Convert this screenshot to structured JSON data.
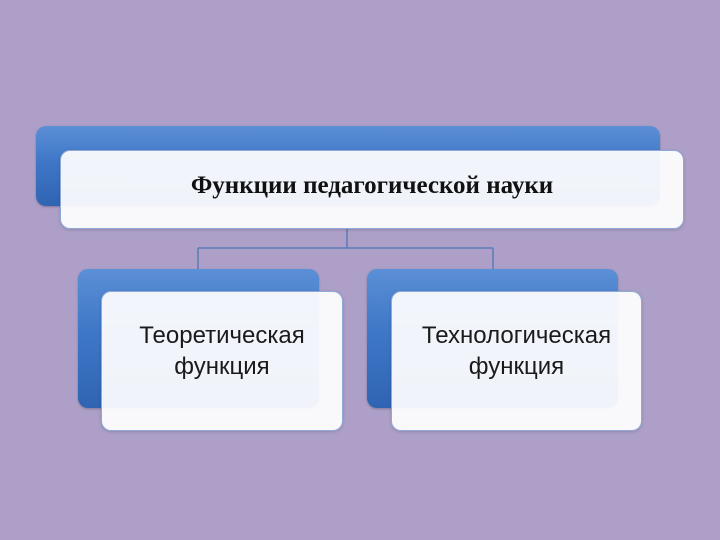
{
  "diagram": {
    "root": {
      "label": "Функции педагогической науки"
    },
    "children": [
      {
        "line1": "Теоретическая",
        "line2": "функция"
      },
      {
        "line1": "Технологическая",
        "line2": "функция"
      }
    ]
  },
  "colors": {
    "background": "#ad9fc7",
    "accent_blue": "#3f77c7",
    "connector": "#5a7bb5"
  }
}
